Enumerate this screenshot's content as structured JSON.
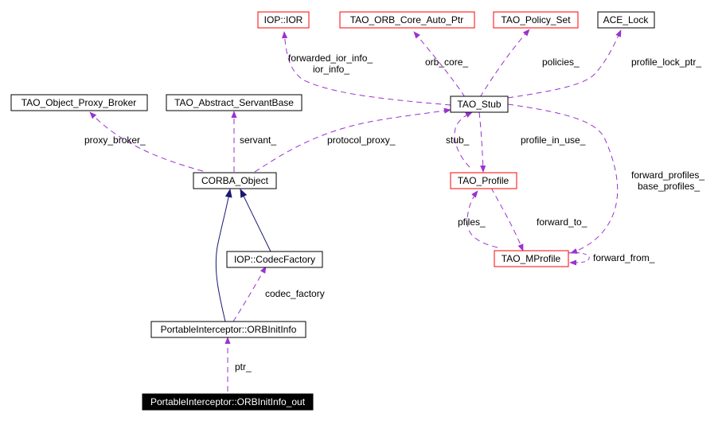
{
  "title": "PortableInterceptor::ORBInitInfo_out collaboration diagram",
  "colors": {
    "usage_edge": "#9a32cd",
    "inherit_edge": "#191970",
    "black_border": "#000000",
    "red_border": "#ff0000",
    "focus_fill": "#000000"
  },
  "nodes": [
    {
      "id": "iop_ior",
      "label": "IOP::IOR",
      "border": "red"
    },
    {
      "id": "tao_orb_core_auto_ptr",
      "label": "TAO_ORB_Core_Auto_Ptr",
      "border": "red"
    },
    {
      "id": "tao_policy_set",
      "label": "TAO_Policy_Set",
      "border": "red"
    },
    {
      "id": "ace_lock",
      "label": "ACE_Lock",
      "border": "black"
    },
    {
      "id": "tao_object_proxy_broker",
      "label": "TAO_Object_Proxy_Broker",
      "border": "black"
    },
    {
      "id": "tao_abstract_servantbase",
      "label": "TAO_Abstract_ServantBase",
      "border": "black"
    },
    {
      "id": "tao_stub",
      "label": "TAO_Stub",
      "border": "black"
    },
    {
      "id": "corba_object",
      "label": "CORBA_Object",
      "border": "black"
    },
    {
      "id": "tao_profile",
      "label": "TAO_Profile",
      "border": "red"
    },
    {
      "id": "iop_codecfactory",
      "label": "IOP::CodecFactory",
      "border": "black"
    },
    {
      "id": "tao_mprofile",
      "label": "TAO_MProfile",
      "border": "red"
    },
    {
      "id": "orbinitinfo",
      "label": "PortableInterceptor::ORBInitInfo",
      "border": "black"
    },
    {
      "id": "orbinitinfo_out",
      "label": "PortableInterceptor::ORBInitInfo_out",
      "border": "focus"
    }
  ],
  "edges": [
    {
      "from": "tao_stub",
      "to": "iop_ior",
      "kind": "usage",
      "labels": [
        "forwarded_ior_info_",
        "ior_info_"
      ]
    },
    {
      "from": "tao_stub",
      "to": "tao_orb_core_auto_ptr",
      "kind": "usage",
      "labels": [
        "orb_core_"
      ]
    },
    {
      "from": "tao_stub",
      "to": "tao_policy_set",
      "kind": "usage",
      "labels": [
        "policies_"
      ]
    },
    {
      "from": "tao_stub",
      "to": "ace_lock",
      "kind": "usage",
      "labels": [
        "profile_lock_ptr_"
      ]
    },
    {
      "from": "corba_object",
      "to": "tao_object_proxy_broker",
      "kind": "usage",
      "labels": [
        "proxy_broker_"
      ]
    },
    {
      "from": "corba_object",
      "to": "tao_abstract_servantbase",
      "kind": "usage",
      "labels": [
        "servant_"
      ]
    },
    {
      "from": "corba_object",
      "to": "tao_stub",
      "kind": "usage",
      "labels": [
        "protocol_proxy_"
      ]
    },
    {
      "from": "tao_profile",
      "to": "tao_stub",
      "kind": "usage",
      "labels": [
        "stub_"
      ]
    },
    {
      "from": "tao_stub",
      "to": "tao_profile",
      "kind": "usage",
      "labels": [
        "profile_in_use_"
      ]
    },
    {
      "from": "tao_stub",
      "to": "tao_mprofile",
      "kind": "usage",
      "labels": [
        "forward_profiles_",
        "base_profiles_"
      ]
    },
    {
      "from": "tao_mprofile",
      "to": "tao_profile",
      "kind": "usage",
      "labels": [
        "pfiles_"
      ]
    },
    {
      "from": "tao_profile",
      "to": "tao_mprofile",
      "kind": "usage",
      "labels": [
        "forward_to_"
      ]
    },
    {
      "from": "tao_mprofile",
      "to": "tao_mprofile",
      "kind": "usage",
      "labels": [
        "forward_from_"
      ]
    },
    {
      "from": "orbinitinfo",
      "to": "corba_object",
      "kind": "inherit",
      "labels": []
    },
    {
      "from": "iop_codecfactory",
      "to": "corba_object",
      "kind": "inherit",
      "labels": []
    },
    {
      "from": "orbinitinfo",
      "to": "iop_codecfactory",
      "kind": "usage",
      "labels": [
        "codec_factory"
      ]
    },
    {
      "from": "orbinitinfo_out",
      "to": "orbinitinfo",
      "kind": "usage",
      "labels": [
        "ptr_"
      ]
    }
  ]
}
